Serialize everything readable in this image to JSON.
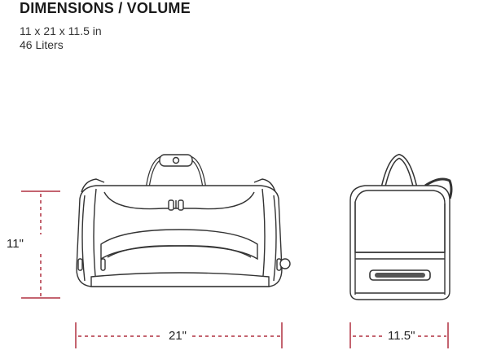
{
  "header": {
    "title": "DIMENSIONS / VOLUME",
    "size_line": "11 x 21 x 11.5 in",
    "volume_line": "46 Liters"
  },
  "dimensions": {
    "height_label": "11\"",
    "width_label": "21\"",
    "depth_label": "11.5\""
  },
  "colors": {
    "dimension_line": "#b03040",
    "outline": "#333333",
    "text": "#222222"
  }
}
